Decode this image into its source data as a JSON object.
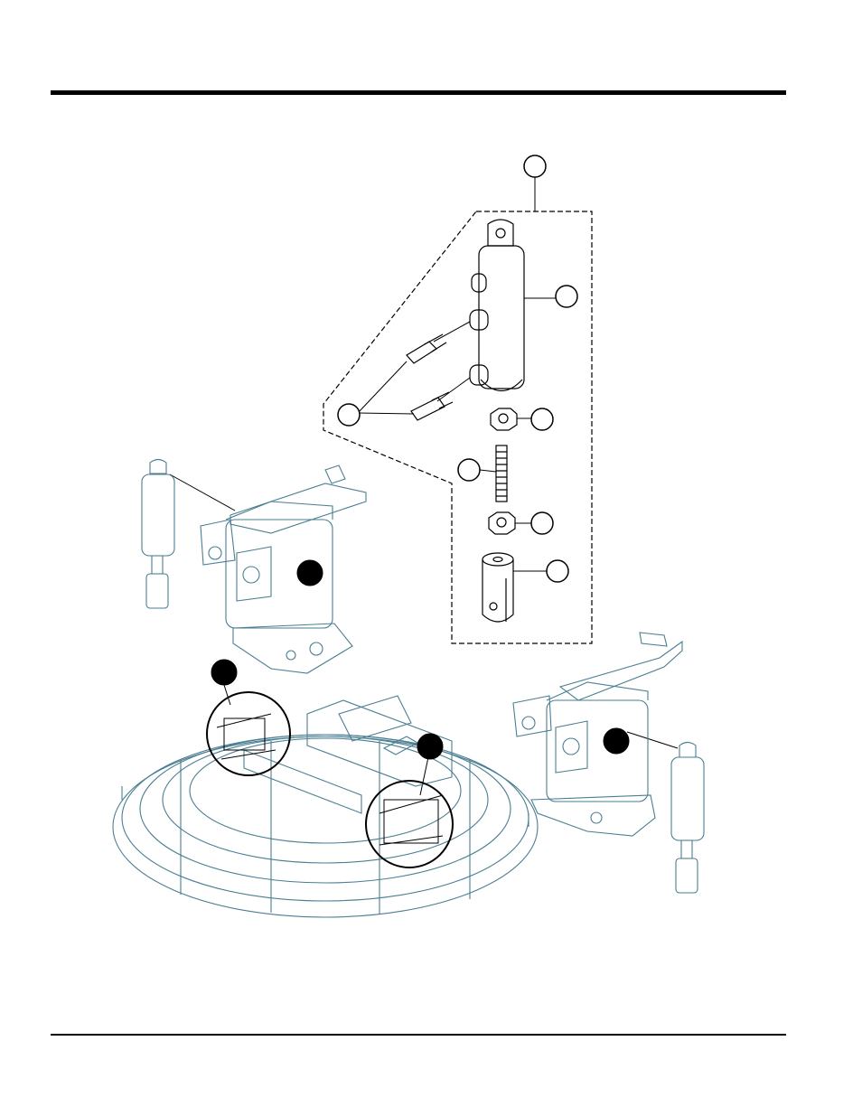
{
  "page": {
    "title": "",
    "footer": ""
  },
  "colors": {
    "line": "#000000",
    "assembly_line": "#4a7e92",
    "callout_fill": "#000000",
    "background": "#ffffff"
  },
  "callouts": {
    "open": [
      "circle-1",
      "circle-2",
      "circle-3",
      "circle-4",
      "circle-5",
      "circle-6",
      "circle-7",
      "circle-8"
    ],
    "filled": [
      "dot-a",
      "dot-b",
      "dot-c",
      "dot-d"
    ]
  }
}
